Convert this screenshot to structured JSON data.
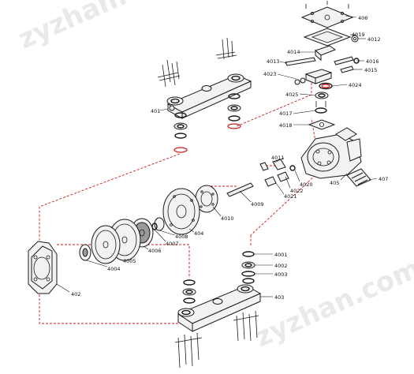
{
  "diagram": {
    "watermark": "zyzhan.com",
    "colors": {
      "guide": "#d11a1a",
      "line": "#1a1a1a",
      "fill": "#f2f2f2",
      "watermark": "#d8d8d8"
    },
    "labels": {
      "p406": "406",
      "p4019": "4019",
      "p4012": "4012",
      "p4014": "4014",
      "p4013": "4013",
      "p4016": "4016",
      "p4015": "4015",
      "p4023": "4023",
      "p4024": "4024",
      "p401": "401",
      "p4025": "4025",
      "p4017": "4017",
      "p4018": "4018",
      "p4011": "4011",
      "p4020": "4020",
      "p4022": "4022",
      "p4021": "4021",
      "p405": "405",
      "p407": "407",
      "p4009": "4009",
      "p4010": "4010",
      "p404": "404",
      "p4008": "4008",
      "p4007": "4007",
      "p4006": "4006",
      "p4005": "4005",
      "p4004": "4004",
      "p402": "402",
      "p4001": "4001",
      "p4002": "4002",
      "p4003": "4003",
      "p403": "403"
    }
  }
}
